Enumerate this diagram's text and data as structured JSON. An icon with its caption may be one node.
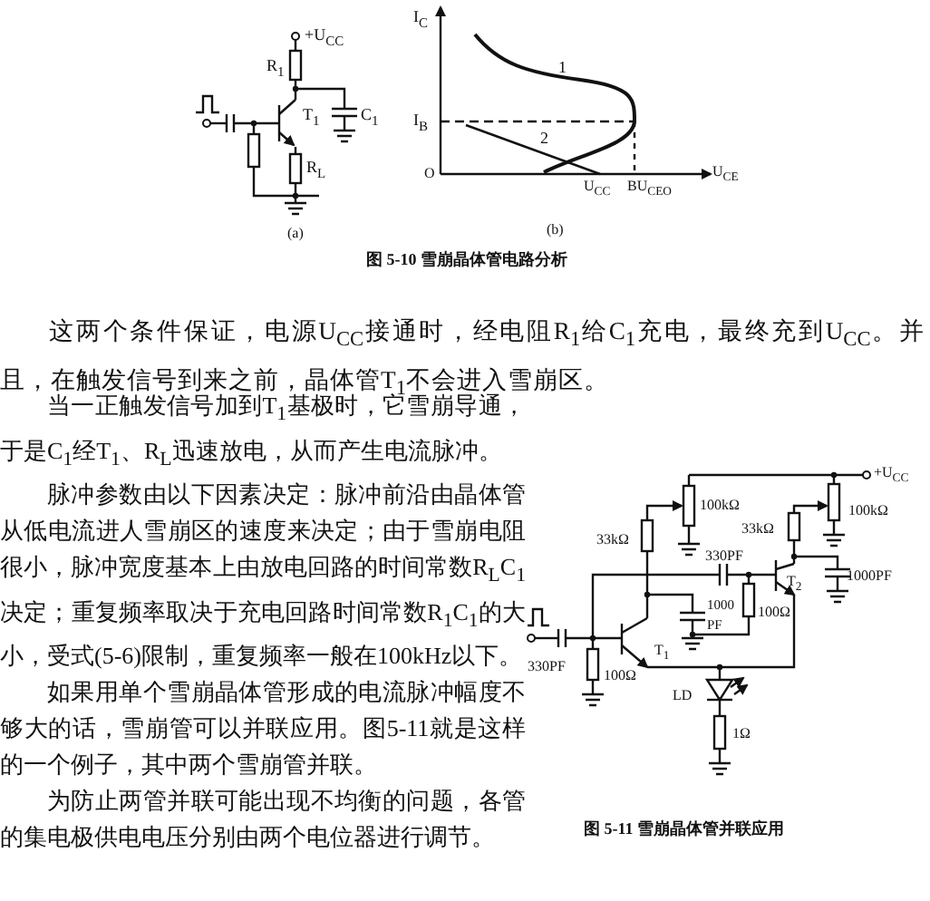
{
  "diagram": {
    "labels": [
      "+U$_{CC}$",
      "R$_{1}$",
      "T$_{1}$",
      "C$_{1}$",
      "R$_{L}$",
      "(a)",
      "I$_{C}$",
      "I$_{B}$",
      "1",
      "2",
      "O",
      "U$_{CE}$",
      "U$_{CC}$",
      "BU$_{CEO}$",
      "(b)",
      "图 5-10 雪崩晶体管电路分析",
      "这两个条件保证，电源U$_{CC}$接通时，经电阻R$_{1}$给C$_{1}$充电，最终充到U$_{CC}$。并且，在触发信号到来之前，晶体管T$_{1}$不会进入雪崩区。",
      "当一正触发信号加到T$_{1}$基极时，它雪崩导通，于是C$_{1}$经T$_{1}$、R$_{L}$迅速放电，从而产生电流脉冲。",
      "脉冲参数由以下因素决定：脉冲前沿由晶体管从低电流进人雪崩区的速度来决定；由于雪崩电阻很小，脉冲宽度基本上由放电回路的时间常数R$_{L}$C$_{1}$决定；重复频率取决于充电回路时间常数R$_{1}$C$_{1}$的大小，受式(5-6)限制，重复频率一般在100kHz以下。",
      "如果用单个雪崩晶体管形成的电流脉冲幅度不够大的话，雪崩管可以并联应用。图5-11就是这样的一个例子，其中两个雪崩管并联。",
      "为防止两管并联可能出现不均衡的问题，各管的集电极供电电压分别由两个电位器进行调节。",
      "+U$_{CC}$",
      "100kΩ",
      "100kΩ",
      "33kΩ",
      "33kΩ",
      "330PF",
      "T$_{2}$",
      "1000PF",
      "1000 PF",
      "100Ω",
      "T$_{1}$",
      "330PF",
      "100Ω",
      "LD",
      "1Ω",
      "图 5-11 雪崩晶体管并联应用"
    ]
  }
}
